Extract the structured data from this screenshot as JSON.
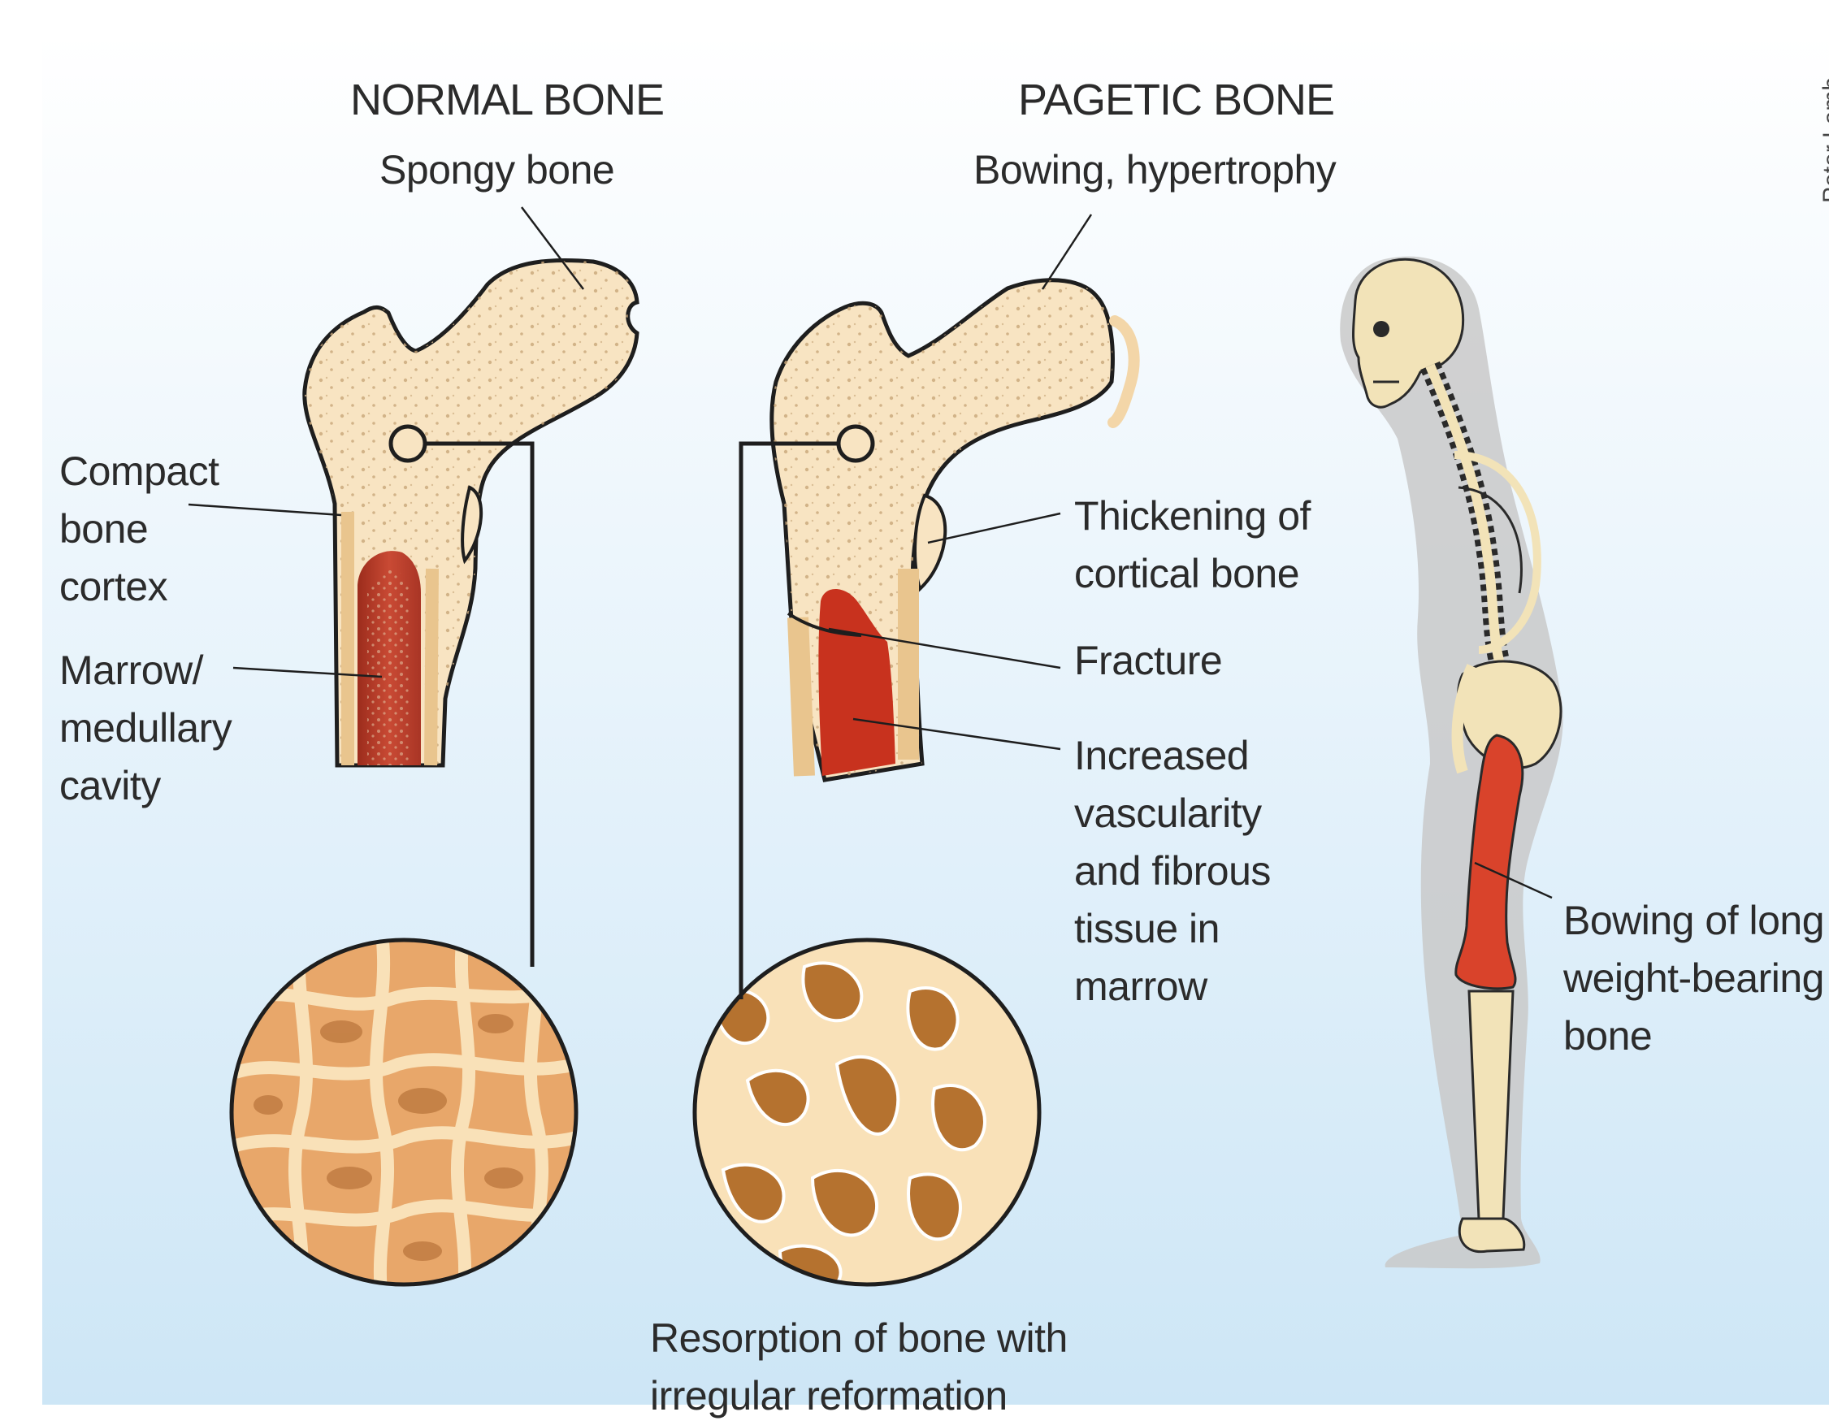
{
  "headings": {
    "normal": "NORMAL BONE",
    "pagetic": "PAGETIC BONE"
  },
  "labels": {
    "spongy_bone": "Spongy bone",
    "bowing_hypertrophy": "Bowing, hypertrophy",
    "compact_bone_cortex": "Compact\nbone\ncortex",
    "marrow_cavity": "Marrow/\nmedullary\ncavity",
    "thickening": "Thickening of\ncortical bone",
    "fracture": "Fracture",
    "increased_vascularity": "Increased\nvascularity\nand fibrous\ntissue in\nmarrow",
    "bowing_long_bone": "Bowing of long\nweight-bearing\nbone",
    "resorption": "Resorption of bone with\nirregular reformation"
  },
  "credit": "Peter Lamb",
  "colors": {
    "background_top": "#ffffff",
    "background_bottom": "#cde6f6",
    "bone": "#f8e4c2",
    "bone_outline": "#1e1e1e",
    "marrow": "#b8402c",
    "pagetic_marrow": "#c8321e",
    "trabecular_fill": "#e8a76a",
    "trabecular_dark": "#a9652b",
    "silhouette": "#c9c9c9",
    "highlight_bone": "#d9432b"
  }
}
